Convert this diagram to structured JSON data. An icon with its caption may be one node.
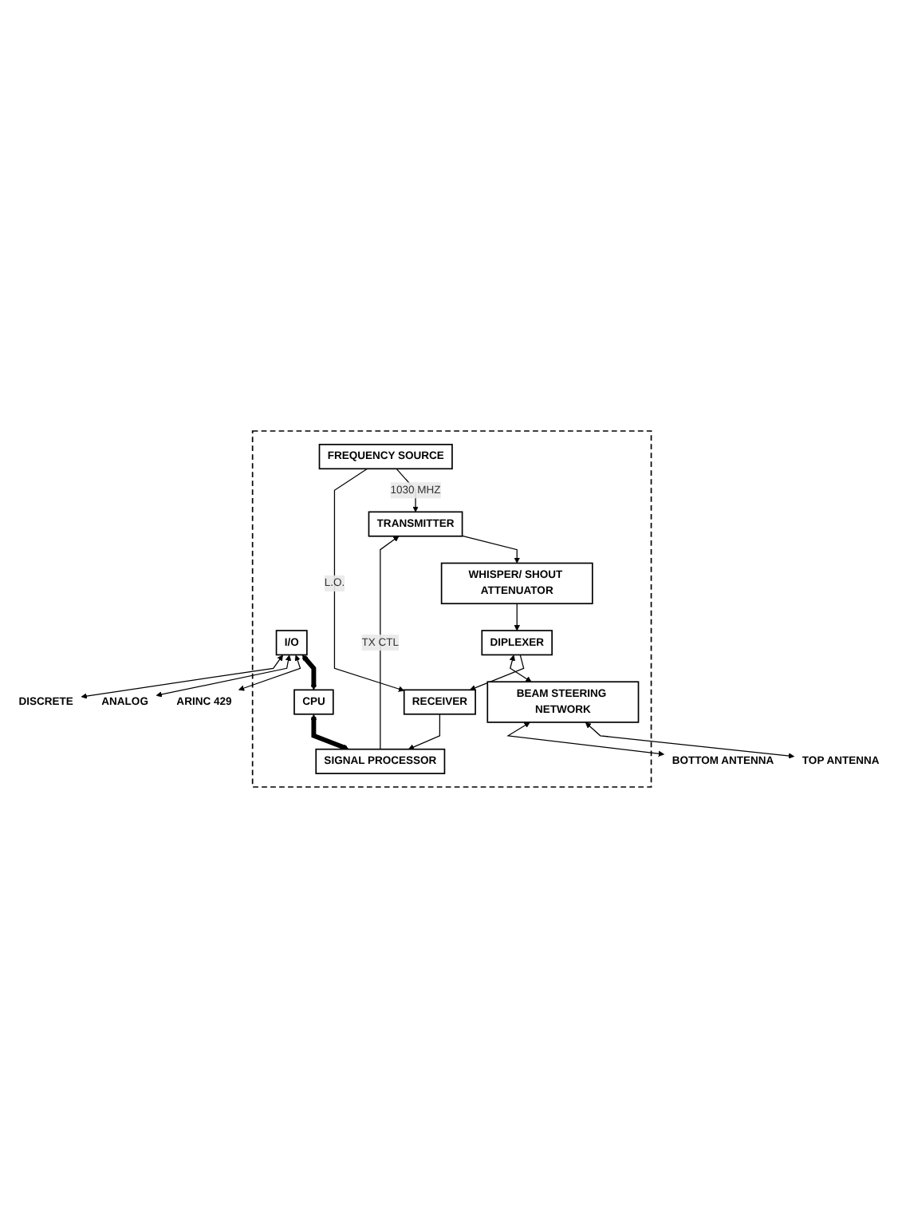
{
  "diagram": {
    "nodes": [
      {
        "text": [],
        "shape": "box"
      },
      {
        "text": [
          "FREQUENCY SOURCE"
        ],
        "in": 0
      },
      {
        "text": [
          "I/O"
        ],
        "in": 0
      },
      {
        "text": [
          "TRANSMITTER"
        ],
        "in": 0
      },
      {
        "text": [
          "CPU"
        ],
        "in": 0
      },
      {
        "text": [
          "WHISPER/ SHOUT ATTENUATOR"
        ],
        "in": 0
      },
      {
        "text": [
          "SIGNAL PROCESSOR"
        ],
        "in": 0
      },
      {
        "text": [
          "DIPLEXER"
        ],
        "in": 0
      },
      {
        "text": [
          "RECEIVER"
        ],
        "in": 0
      },
      {
        "text": [
          "BEAM STEERING NETWORK"
        ],
        "in": 0
      },
      {
        "text": [
          "ARINC 429"
        ]
      },
      {
        "text": [
          "ANALOG"
        ]
      },
      {
        "text": [
          "DISCRETE"
        ]
      },
      {
        "text": [
          "TOP ANTENNA"
        ]
      },
      {
        "text": [
          "BOTTOM ANTENNA"
        ]
      }
    ],
    "edges": [
      {
        "from": 1,
        "to": 3,
        "arrow": "to",
        "label": "1030 MHZ"
      },
      {
        "from": 1,
        "to": 8,
        "arrow": "to",
        "label": "L.O."
      },
      {
        "from": 6,
        "to": 3,
        "arrow": "to",
        "label": "TX CTL"
      },
      {
        "from": 2,
        "to": 4,
        "arrow": "both",
        "style": "thick"
      },
      {
        "from": 4,
        "to": 6,
        "arrow": "both",
        "style": "thick"
      },
      {
        "from": 3,
        "to": 5,
        "arrow": "to"
      },
      {
        "from": 5,
        "to": 7,
        "arrow": "to"
      },
      {
        "from": 7,
        "to": 8,
        "arrow": "to"
      },
      {
        "from": 8,
        "to": 6,
        "arrow": "to"
      },
      {
        "from": 7,
        "to": 9,
        "arrow": "both"
      },
      {
        "from": 9,
        "to": 13,
        "arrow": "both"
      },
      {
        "from": 9,
        "to": 14,
        "arrow": "both"
      },
      {
        "from": 2,
        "to": 10,
        "arrow": "both"
      },
      {
        "from": 2,
        "to": 11,
        "arrow": "both"
      },
      {
        "from": 2,
        "to": 12,
        "arrow": "both"
      }
    ]
  }
}
